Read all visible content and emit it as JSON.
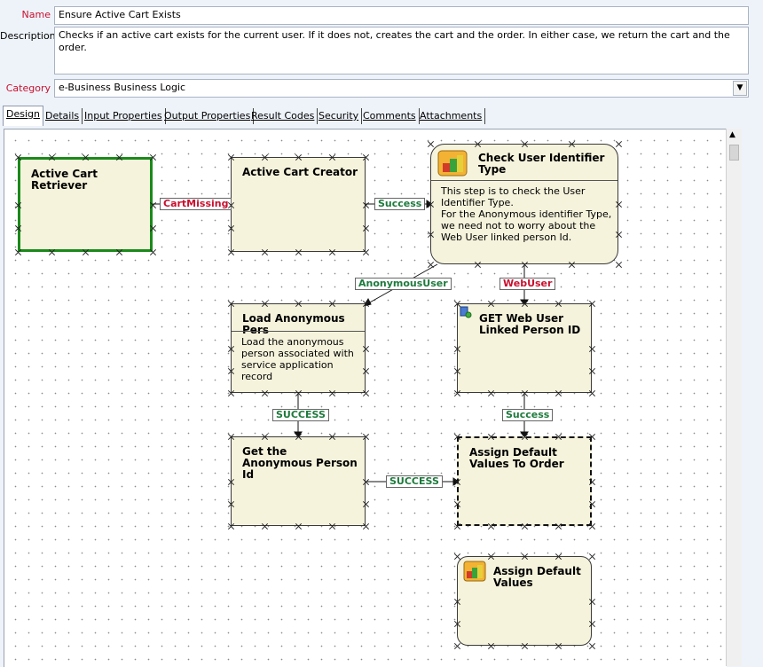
{
  "form": {
    "name_label": "Name",
    "name_value": "Ensure Active Cart Exists",
    "description_label": "Description",
    "description_value": "Checks if an active cart exists for the current user.  If it does not, creates the cart and the order.  In either case, we return the cart and the order.",
    "category_label": "Category",
    "category_value": "e-Business Business Logic"
  },
  "tabs": [
    "Design",
    "Details",
    "Input Properties",
    "Output Properties",
    "Result Codes",
    "Security",
    "Comments",
    "Attachments"
  ],
  "nodes": {
    "active_cart_retriever": {
      "title": "Active Cart Retriever"
    },
    "active_cart_creator": {
      "title": "Active Cart Creator"
    },
    "check_user_identifier": {
      "title": "Check User Identifier Type",
      "description": "This step is to check the User Identifier Type.\nFor the Anonymous identifier Type, we need not to worry about the Web User linked person Id."
    },
    "load_anonymous_pers": {
      "title": "Load Anonymous Pers",
      "description": "Load the anonymous person associated with service application record"
    },
    "get_web_user_linked": {
      "title": "GET Web User Linked Person ID"
    },
    "get_anonymous_person_id": {
      "title": "Get the Anonymous Person Id"
    },
    "assign_default_values_to_order": {
      "title": "Assign Default Values To Order"
    },
    "assign_default_values": {
      "title": "Assign Default Values"
    }
  },
  "connectors": {
    "cart_missing": "CartMissing",
    "success_1": "Success",
    "anonymous_user": "AnonymousUser",
    "web_user": "WebUser",
    "success_load": "SUCCESS",
    "success_web": "Success",
    "success_get": "SUCCESS"
  },
  "colors": {
    "selected_border": "#1a8a1a",
    "node_fill": "#f5f3dc",
    "success_text": "#1e7a3d",
    "branch_text": "#c8102e",
    "required_label": "#c8102e"
  }
}
